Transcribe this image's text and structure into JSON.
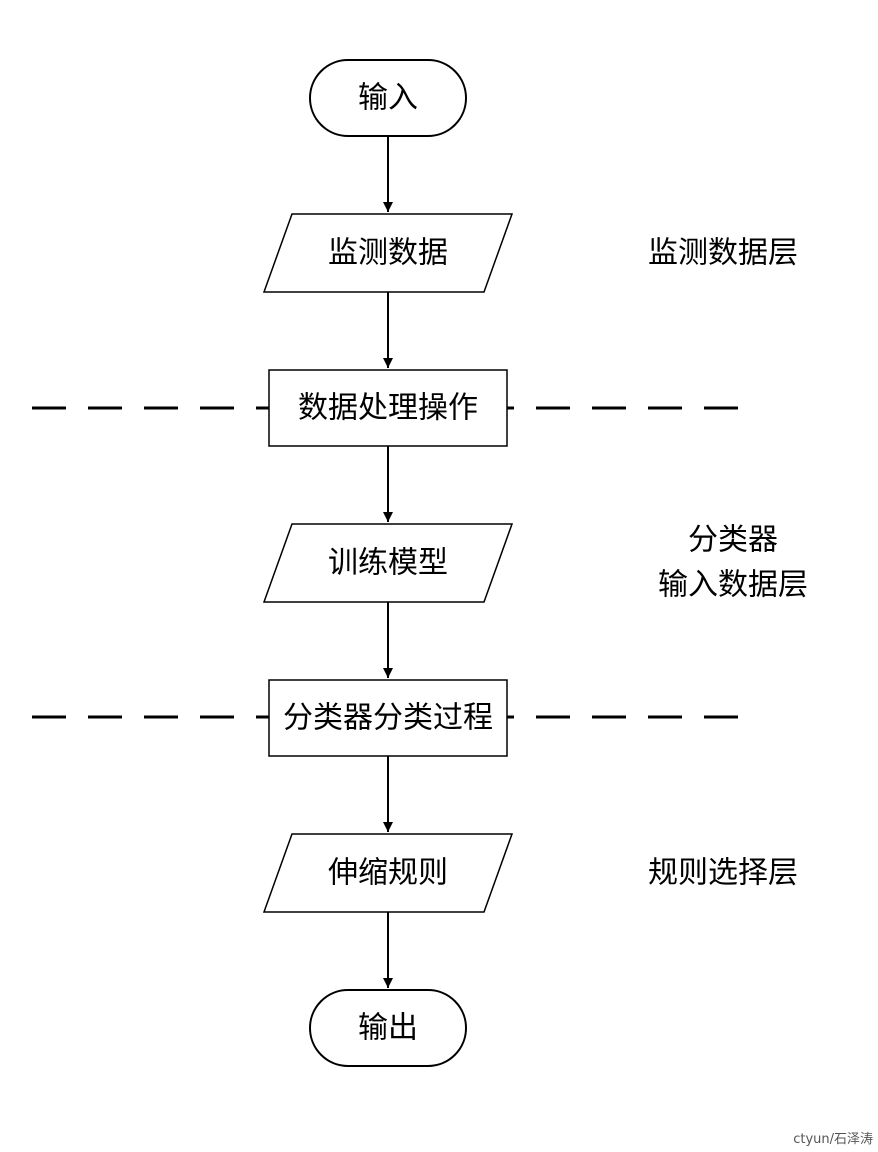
{
  "nodes": {
    "input": "输入",
    "monitor_data": "监测数据",
    "data_processing": "数据处理操作",
    "train_model": "训练模型",
    "classification": "分类器分类过程",
    "scaling_rules": "伸缩规则",
    "output": "输出"
  },
  "layers": {
    "monitor_layer": "监测数据层",
    "classifier_input_line1": "分类器",
    "classifier_input_line2": "输入数据层",
    "rule_selection_layer": "规则选择层"
  },
  "watermark": "ctyun/石泽涛"
}
